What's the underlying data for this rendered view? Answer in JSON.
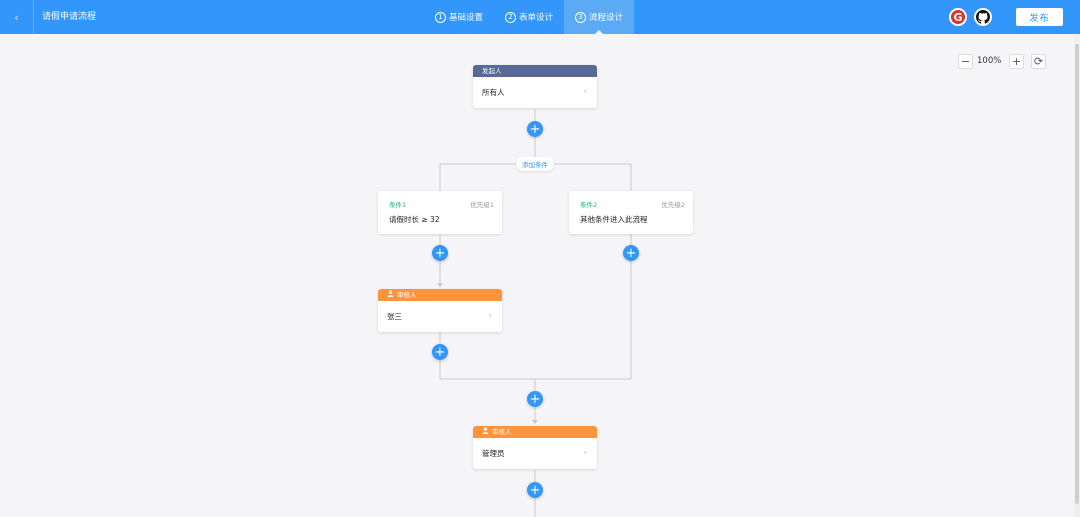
{
  "header": {
    "back_icon": "chevron-left-icon",
    "title": "请假申请流程",
    "steps": [
      {
        "num": "1",
        "label": "基础设置",
        "active": false
      },
      {
        "num": "2",
        "label": "表单设计",
        "active": false
      },
      {
        "num": "3",
        "label": "流程设计",
        "active": true
      }
    ],
    "logo_g": "G",
    "publish_label": "发布"
  },
  "zoom": {
    "minus": "−",
    "value": "100%",
    "plus": "+",
    "reset": "⟳"
  },
  "flow": {
    "start_node": {
      "header": "发起人",
      "body": "所有人"
    },
    "add_condition_label": "添加条件",
    "conditions": [
      {
        "title": "条件1",
        "priority": "优先级1",
        "body": "请假时长 ≥ 32"
      },
      {
        "title": "条件2",
        "priority": "优先级2",
        "body": "其他条件进入此流程"
      }
    ],
    "branch_approver": {
      "header": "审核人",
      "body": "张三"
    },
    "main_approver": {
      "header": "审核人",
      "body": "管理员"
    },
    "add_symbol": "+",
    "arrow_symbol": "›"
  },
  "colors": {
    "primary": "#3296fa",
    "start_header": "#576a95",
    "approver_header": "#ff943e",
    "condition_title": "#15bc83"
  }
}
